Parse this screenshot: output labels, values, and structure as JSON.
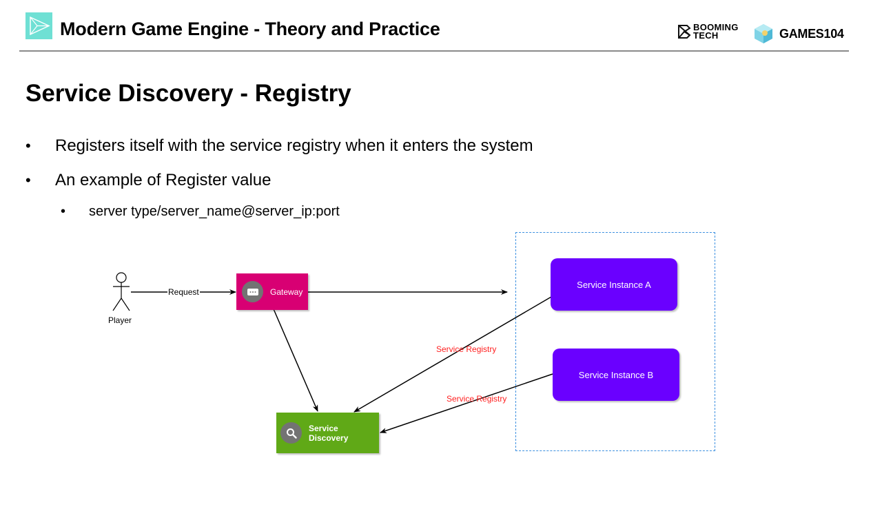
{
  "header": {
    "title": "Modern Game Engine - Theory and Practice",
    "brand_booming_line1": "BOOMING",
    "brand_booming_line2": "TECH",
    "brand_games": "GAMES104"
  },
  "slide": {
    "title": "Service Discovery - Registry",
    "bullets": [
      "Registers itself with the service registry when it enters the system",
      "An example of Register value"
    ],
    "sub_bullets": [
      "server type/server_name@server_ip:port"
    ],
    "bullet_glyph": "•"
  },
  "diagram": {
    "actor": {
      "label": "Player",
      "icon": "stick-figure-icon"
    },
    "edges": {
      "request": "Request",
      "registry_a": "Service Registry",
      "registry_b": "Service Registry"
    },
    "nodes": {
      "gateway": {
        "label": "Gateway",
        "icon": "ellipsis-icon",
        "color": "#d80073"
      },
      "service_discovery": {
        "label": "Service Discovery",
        "icon": "search-icon",
        "color": "#60a917"
      },
      "instance_a": {
        "label": "Service Instance A",
        "color": "#6a00ff"
      },
      "instance_b": {
        "label": "Service Instance B",
        "color": "#6a00ff"
      }
    },
    "edge_label_color": "#ff1f1f",
    "container_border_color": "#3b8fe0"
  }
}
